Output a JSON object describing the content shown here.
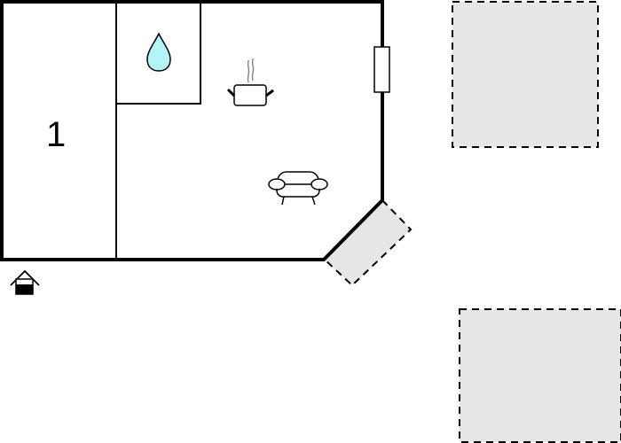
{
  "floorplan": {
    "room_label": "1",
    "colors": {
      "wall": "#000000",
      "outdoor_area_fill": "#e6e6e6",
      "water_drop_fill": "#b3f5f7",
      "steam": "#888888",
      "background": "#ffffff"
    },
    "icons": {
      "bathroom": "water-drop-icon",
      "kitchen": "cooking-pot-icon",
      "living": "sofa-icon",
      "entrance": "house-entrance-icon",
      "window": "window-icon"
    },
    "outdoor_areas": [
      "terrace-diagonal",
      "outdoor-area-top-right",
      "outdoor-area-bottom-right"
    ]
  }
}
